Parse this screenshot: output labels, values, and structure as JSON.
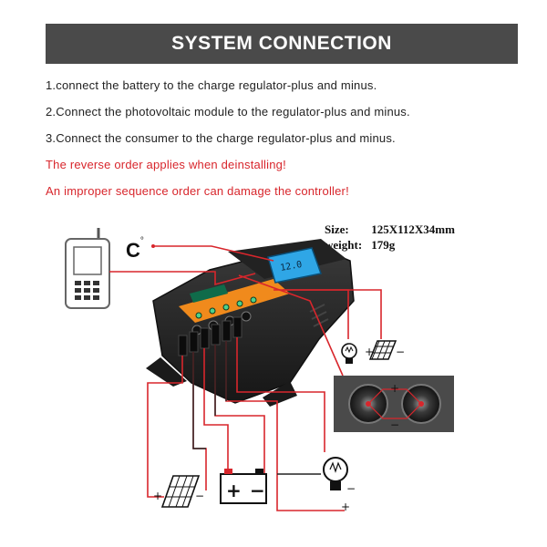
{
  "header": {
    "title": "SYSTEM CONNECTION"
  },
  "instructions": [
    "1.connect the battery to the charge regulator-plus and minus.",
    "2.Connect the photovoltaic module to the regulator-plus and minus.",
    "3.Connect the consumer to the charge regulator-plus and minus."
  ],
  "warnings": [
    "The reverse order applies when deinstalling!",
    "An improper sequence order can damage the controller!"
  ],
  "specs": {
    "size_label": "Size:",
    "size_value": "125X112X34mm",
    "weight_label": "weight:",
    "weight_value": "179g"
  },
  "diagram": {
    "temperature_symbol": "C",
    "temperature_degree": "°",
    "lcd_reading": "12.0",
    "plus": "+",
    "minus": "−",
    "wire_color": "#d8262c",
    "icons": [
      "phone-icon",
      "thermometer-icon",
      "solar-panel-icon",
      "battery-icon",
      "bulb-icon",
      "usb-port-icon"
    ]
  },
  "colors": {
    "banner": "#4a4a4a",
    "warning_text": "#d8262c",
    "controller_body": "#2b2b2b",
    "controller_accent": "#f08a1c",
    "lcd": "#2fa6e6"
  }
}
